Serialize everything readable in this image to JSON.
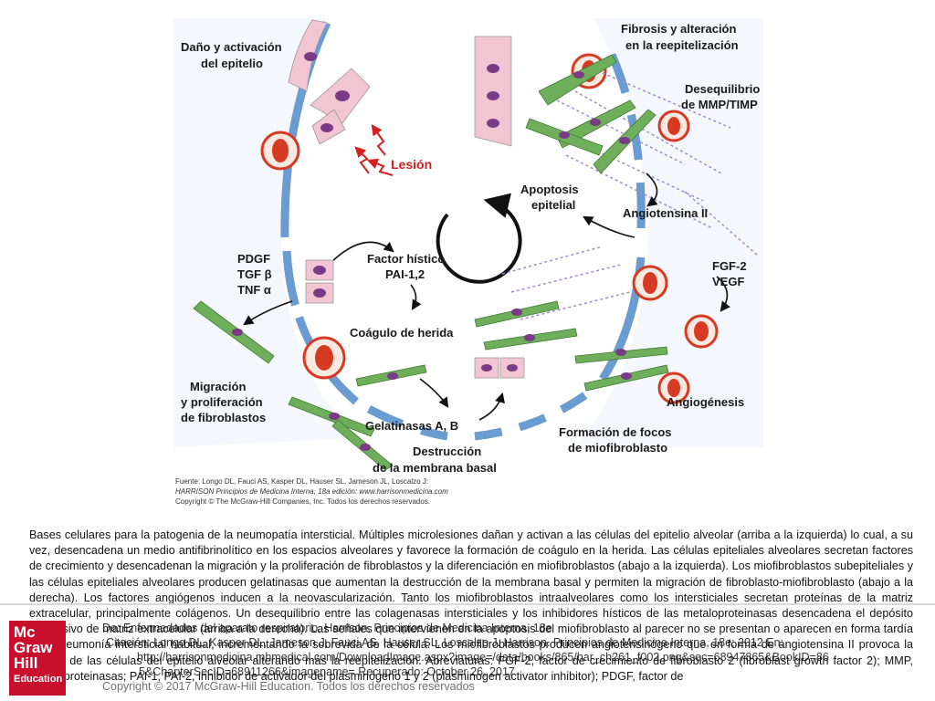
{
  "figure": {
    "labels": {
      "damage_title_l1": "Daño y activación",
      "damage_title_l2": "del epitelio",
      "injury": "Lesión",
      "fibrosis_title_l1": "Fibrosis y alteración",
      "fibrosis_title_l2": "en la reepitelización",
      "imbalance_l1": "Desequilibrio",
      "imbalance_l2": "de MMP/TIMP",
      "apoptosis_l1": "Apoptosis",
      "apoptosis_l2": "epitelial",
      "angiotensin": "Angiotensina II",
      "growth_factors": [
        "PDGF",
        "TGF β",
        "TNF α"
      ],
      "tissue_factor_l1": "Factor hístico",
      "tissue_factor_l2": "PAI-1,2",
      "fgf": "FGF-2",
      "vegf": "VEGF",
      "wound_clot": "Coágulo de herida",
      "migration_l1": "Migración",
      "migration_l2": "y proliferación",
      "migration_l3": "de fibroblastos",
      "angiogenesis": "Angiogénesis",
      "gelatinases": "Gelatinasas A, B",
      "destruction_l1": "Destrucción",
      "destruction_l2": "de la membrana basal",
      "foci_l1": "Formación de focos",
      "foci_l2": "de miofibroblasto"
    },
    "source": {
      "line1": "Fuente: Longo DL, Fauci AS, Kasper DL, Hauser SL, Jameson JL, Loscalzo J:",
      "line2": "HARRISON Principios de Medicina Interna, 18a edición: www.harrisonmedicina.com",
      "line3": "Copyright © The McGraw-Hill Companies, Inc. Todos los derechos reservados."
    }
  },
  "caption": "Bases celulares para la patogenia de la neumopatía intersticial. Múltiples microlesiones dañan y activan a las células del epitelio alveolar (arriba a la izquierda) lo cual, a su vez, desencadena un medio antifibrinolítico en los espacios alveolares y favorece la formación de coágulo en la herida. Las células epiteliales alveolares secretan factores de crecimiento y desencadenan la migración y la proliferación de fibroblastos y la diferenciación en miofibroblastos (abajo a la izquierda). Los miofibroblastos subepiteliales y las células epiteliales alveolares producen gelatinasas que aumentan la destrucción de la membrana basal y permiten la migración de fibroblasto-miofibroblasto (abajo a la derecha). Los factores angiógenos inducen a la neovascularización. Tanto los miofibroblastos intraalveolares como los intersticiales secretan proteínas de la matriz extracelular, principalmente colágenos. Un desequilibrio entre las colagenasas intersticiales y los inhibidores hísticos de las metaloproteinasas desencadena el depósito progresivo de matriz extracelular (arriba a la derecha). Las señales que intervienen en la apoptosis del miofibroblasto al parecer no se presentan o aparecen en forma tardía en la neumonía intersticial habitual, incrementando la sobrevida de la célula. Los miofibroblastos producen angiotensinógeno que en forma de angiotensina II provoca la muerte de las células del epitelio alveolar alterando más la reepitelización. Abreviaturas: FGF-2, factor de crecimiento de fibroblasto 2 (fibroblast growth factor 2); MMP, metaloproteinasas; PAI-1, PAI-2, inhibidor de activador del plasminógeno 1 y 2 (plasminogen activator inhibitor); PDGF, factor de",
  "logo": {
    "line1": "Mc",
    "line2": "Graw",
    "line3": "Hill",
    "line4": "Education"
  },
  "citation": {
    "line1": "De: Enfermedades del aparato respiratorio, Harrison. Principios de Medicina Interna, 18e",
    "line2": "Citación: Longo DL, Kasper DL, Jameson J, Fauci AS, Hauser SL, Loscalzo J. Harrison. Principios de Medicina Interna, 18e; 2012 En:",
    "line3": "http://harrisonmedicina.mhmedical.com/DownloadImage.aspx?image=/data/books/865/har_ch261_f002.png&sec=68947865&BookID=86",
    "line4": "5&ChapterSecID=68911266&imagename= Recuperado: October 26, 2017",
    "line5": "Copyright © 2017 McGraw-Hill Education. Todos los derechos reservados"
  },
  "colors": {
    "membrane": "#6a9bd1",
    "epithelium": "#f2c5d3",
    "nucleus": "#7a3b86",
    "fibroblast": "#6fae5a",
    "rbc": "#d63a22",
    "injury_red": "#d42020",
    "logo_red": "#c8102e"
  }
}
